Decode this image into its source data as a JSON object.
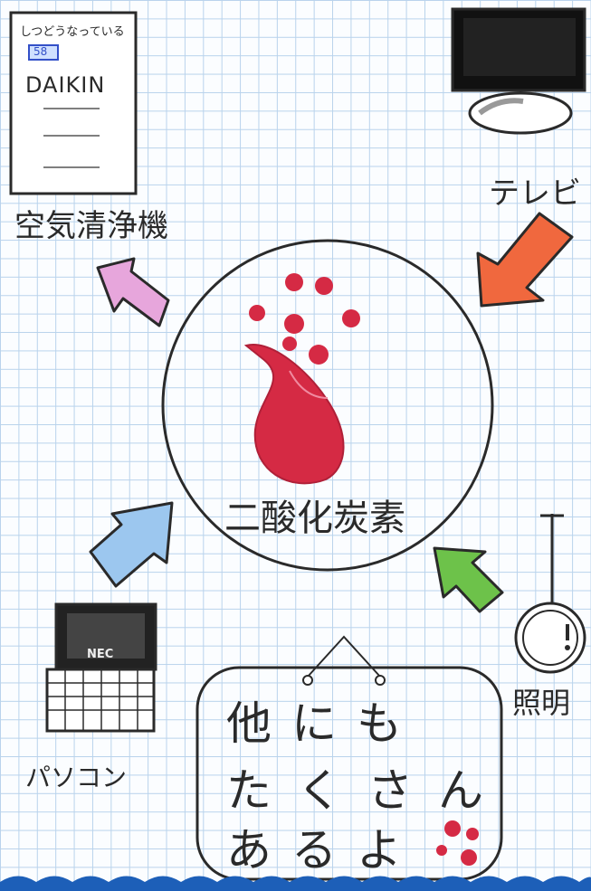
{
  "devices": {
    "air_purifier": {
      "label": "空気清浄機",
      "screen_text": "しつどうなっている",
      "display_value": "58",
      "brand": "DAIKIN"
    },
    "tv": {
      "label": "テレビ"
    },
    "pc": {
      "label": "パソコン",
      "screen_text": "NEC"
    },
    "light": {
      "label": "照明"
    }
  },
  "center": {
    "label": "二酸化炭素"
  },
  "sign": {
    "line1": "他にも",
    "line2": "たくさん",
    "line3": "あるよ"
  },
  "colors": {
    "air_purifier_arrow": "#e7a6dc",
    "tv_arrow": "#f0683e",
    "pc_arrow": "#9cc7ef",
    "light_arrow": "#6dc24a",
    "co2_red": "#d52a44",
    "ink": "#2a2a2a"
  }
}
